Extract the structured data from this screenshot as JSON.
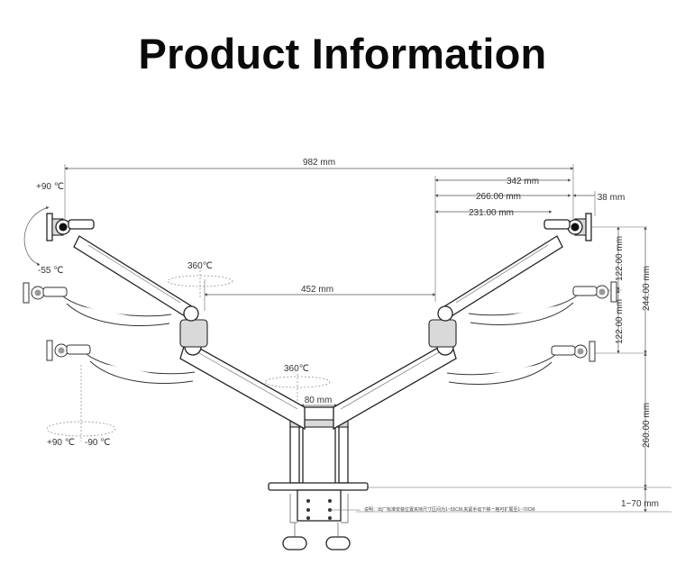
{
  "title": "Product Information",
  "dimensions": {
    "overall_width": "982 mm",
    "arm_reach_1": "342 mm",
    "arm_reach_2": "266.00 mm",
    "arm_reach_3": "231.00 mm",
    "offset_right": "38 mm",
    "center_span": "452 mm",
    "pole_width": "80 mm",
    "height_upper": "122.00 mm",
    "height_lower": "122.00 mm",
    "height_total_range": "244.00 mm",
    "pole_height": "260.00 mm",
    "clamp_range": "1~70 mm"
  },
  "rotations": {
    "tilt_up": "+90 ℃",
    "tilt_down": "-55 ℃",
    "swivel_left": "+90 ℃",
    "swivel_right": "-90 ℃",
    "arm_rotation": "360℃",
    "base_rotation": "360℃"
  },
  "clamp_note": "说明：出厂标准安装位置夹持尺寸区间为1~55CM,夹紧手动下移一格可扩展至1~70CM"
}
